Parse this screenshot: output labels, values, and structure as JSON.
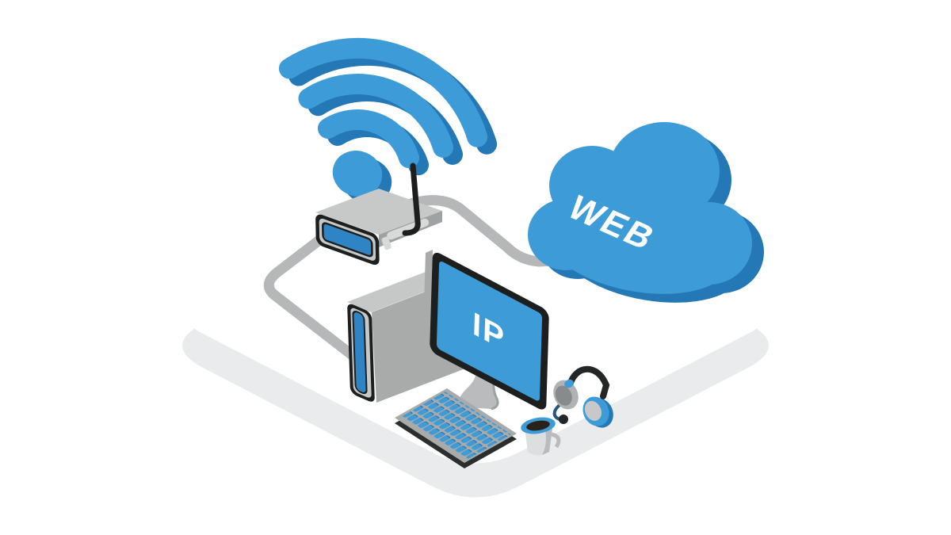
{
  "illustration": {
    "cloud": {
      "label": "WEB"
    },
    "monitor": {
      "label": "IP"
    },
    "palette": {
      "blue": "#3D9CD8",
      "dark_blue": "#2478B5",
      "accent_blue": "#2E84C4",
      "device_gray_light": "#C7C9C9",
      "device_gray_mid": "#A9ABAB",
      "cable_gray": "#B5B7B8",
      "platform_side_gray": "#E9EBEC",
      "outline_black": "#1D1E1E",
      "coffee_brown": "#2B211B",
      "background": "#FFFFFF"
    },
    "objects": [
      "wifi-signal",
      "router",
      "antenna",
      "web-cloud",
      "desktop-monitor",
      "computer-tower",
      "keyboard",
      "coffee-cup",
      "headset",
      "network-cables",
      "isometric-platform"
    ]
  }
}
